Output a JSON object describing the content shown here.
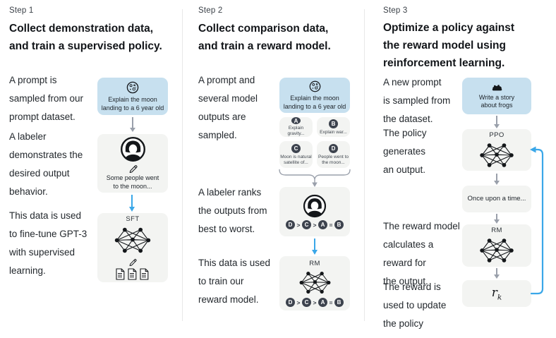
{
  "step1": {
    "label": "Step 1",
    "title": "Collect demonstration data,\nand train a supervised policy.",
    "caption_prompt": "A prompt is\nsampled from our\nprompt dataset.",
    "caption_labeler": "A labeler\ndemonstrates the\ndesired output\nbehavior.",
    "caption_data": "This data is used\nto fine-tune GPT-3\nwith supervised\nlearning.",
    "prompt_card_text": "Explain the moon\nlanding to a 6 year old",
    "labeler_card_text": "Some people went\nto the moon...",
    "model_card_label": "SFT"
  },
  "step2": {
    "label": "Step 2",
    "title": "Collect comparison data,\nand train a reward model.",
    "caption_prompt": "A prompt and\nseveral model\noutputs are\nsampled.",
    "caption_rank": "A labeler ranks\nthe outputs from\nbest to worst.",
    "caption_data": "This data is used\nto train our\nreward model.",
    "prompt_card_text": "Explain the moon\nlanding to a 6 year old",
    "outputs": [
      {
        "letter": "A",
        "text": "Explain gravity..."
      },
      {
        "letter": "B",
        "text": "Explain war..."
      },
      {
        "letter": "C",
        "text": "Moon is natural\nsatellite of..."
      },
      {
        "letter": "D",
        "text": "People went to\nthe moon..."
      }
    ],
    "ranking": {
      "letters": [
        "D",
        "C",
        "A",
        "B"
      ],
      "ops": [
        ">",
        ">",
        "="
      ]
    },
    "model_card_label": "RM"
  },
  "step3": {
    "label": "Step 3",
    "title": "Optimize a policy against\nthe reward model using\nreinforcement learning.",
    "caption_prompt": "A new prompt\nis sampled from\nthe dataset.",
    "caption_policy": "The policy\ngenerates\nan output.",
    "caption_reward": "The reward model\ncalculates a\nreward for\nthe output.",
    "caption_update": "The reward is\nused to update\nthe policy\nusing PPO.",
    "prompt_card_text": "Write a story\nabout frogs",
    "policy_card_label": "PPO",
    "output_card_text": "Once upon a time...",
    "rm_card_label": "RM",
    "reward_symbol": "r",
    "reward_subscript": "k"
  },
  "colors": {
    "card_blue": "#c7e0ef",
    "box_grey": "#f3f4f2",
    "badge_dark": "#3d434e",
    "arrow_blue": "#3aa7e8",
    "arrow_grey": "#9aa0ab"
  }
}
